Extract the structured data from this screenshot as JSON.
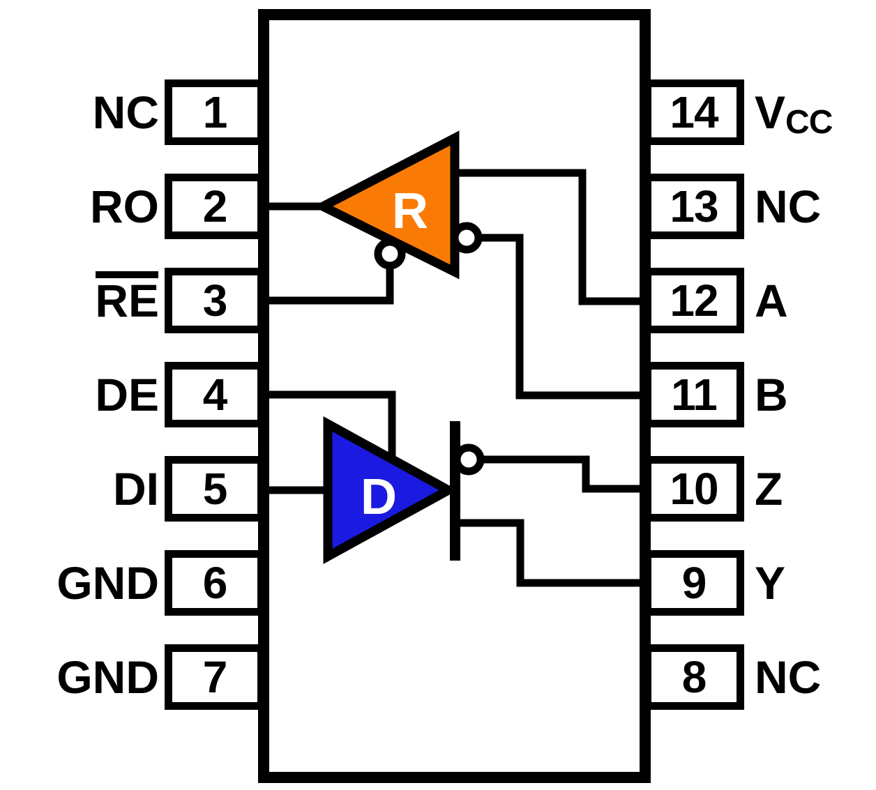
{
  "colors": {
    "receiver_fill": "#F97B06",
    "driver_fill": "#1A1AE0",
    "line": "#000000",
    "text": "#000000",
    "gate_letter": "#FFFFFF",
    "background": "#FFFFFF"
  },
  "gates": {
    "receiver": {
      "letter": "R"
    },
    "driver": {
      "letter": "D"
    }
  },
  "pins": {
    "left": [
      {
        "number": "1",
        "label": "NC",
        "overline": false
      },
      {
        "number": "2",
        "label": "RO",
        "overline": false
      },
      {
        "number": "3",
        "label": "RE",
        "overline": true
      },
      {
        "number": "4",
        "label": "DE",
        "overline": false
      },
      {
        "number": "5",
        "label": "DI",
        "overline": false
      },
      {
        "number": "6",
        "label": "GND",
        "overline": false
      },
      {
        "number": "7",
        "label": "GND",
        "overline": false
      }
    ],
    "right": [
      {
        "number": "14",
        "label": "V",
        "label_sub": "CC"
      },
      {
        "number": "13",
        "label": "NC",
        "label_sub": ""
      },
      {
        "number": "12",
        "label": "A",
        "label_sub": ""
      },
      {
        "number": "11",
        "label": "B",
        "label_sub": ""
      },
      {
        "number": "10",
        "label": "Z",
        "label_sub": ""
      },
      {
        "number": "9",
        "label": "Y",
        "label_sub": ""
      },
      {
        "number": "8",
        "label": "NC",
        "label_sub": ""
      }
    ]
  }
}
